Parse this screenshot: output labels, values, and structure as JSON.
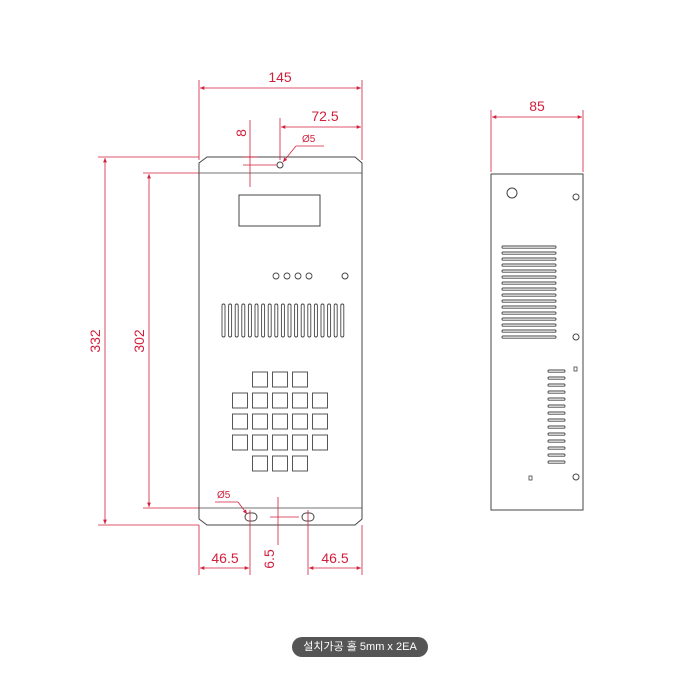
{
  "colors": {
    "dimension": "#d21f3c",
    "outline": "#444444",
    "caption_bg": "#555555",
    "caption_text": "#ffffff"
  },
  "front_view": {
    "dimensions": {
      "total_width": "145",
      "half_width": "72.5",
      "top_offset": "8",
      "hole_top": "Ø5",
      "total_height": "332",
      "inner_height": "302",
      "hole_bottom": "Ø5",
      "bottom_left": "46.5",
      "bottom_gap": "6.5",
      "bottom_right": "46.5"
    },
    "keypad_rows": [
      3,
      5,
      5,
      5,
      3
    ],
    "vent_slots": 19,
    "indicator_leds": 4
  },
  "side_view": {
    "dimensions": {
      "depth": "85"
    },
    "upper_vent_slots": 16,
    "lower_vent_slots": 14
  },
  "caption": {
    "text": "설치가공 홀 5mm x 2EA"
  }
}
